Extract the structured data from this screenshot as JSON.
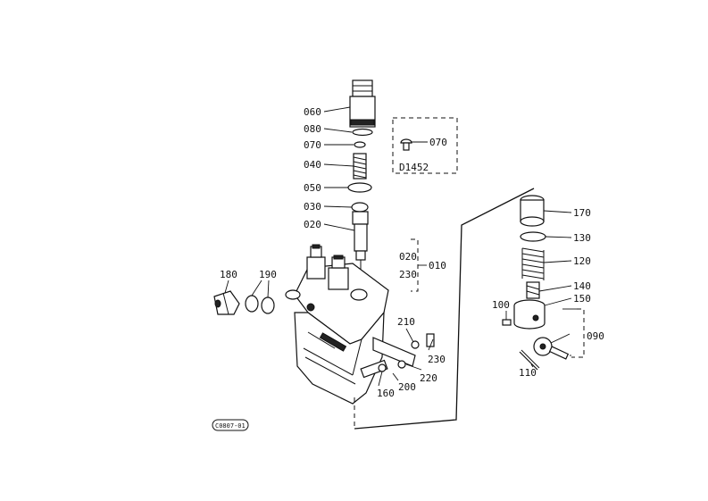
{
  "callouts": {
    "c060": "060",
    "c080": "080",
    "c070": "070",
    "c040": "040",
    "c050": "050",
    "c030": "030",
    "c020": "020",
    "c020b": "020",
    "c010": "010",
    "c230b": "230",
    "c180": "180",
    "c190": "190",
    "c210": "210",
    "c230": "230",
    "c220": "220",
    "c200": "200",
    "c160": "160",
    "c170": "170",
    "c130": "130",
    "c120": "120",
    "c140": "140",
    "c150": "150",
    "c100": "100",
    "c090": "090",
    "c110": "110"
  },
  "inset": {
    "part_label": "070",
    "variant_code": "D1452"
  },
  "stamp": "C0807-01"
}
